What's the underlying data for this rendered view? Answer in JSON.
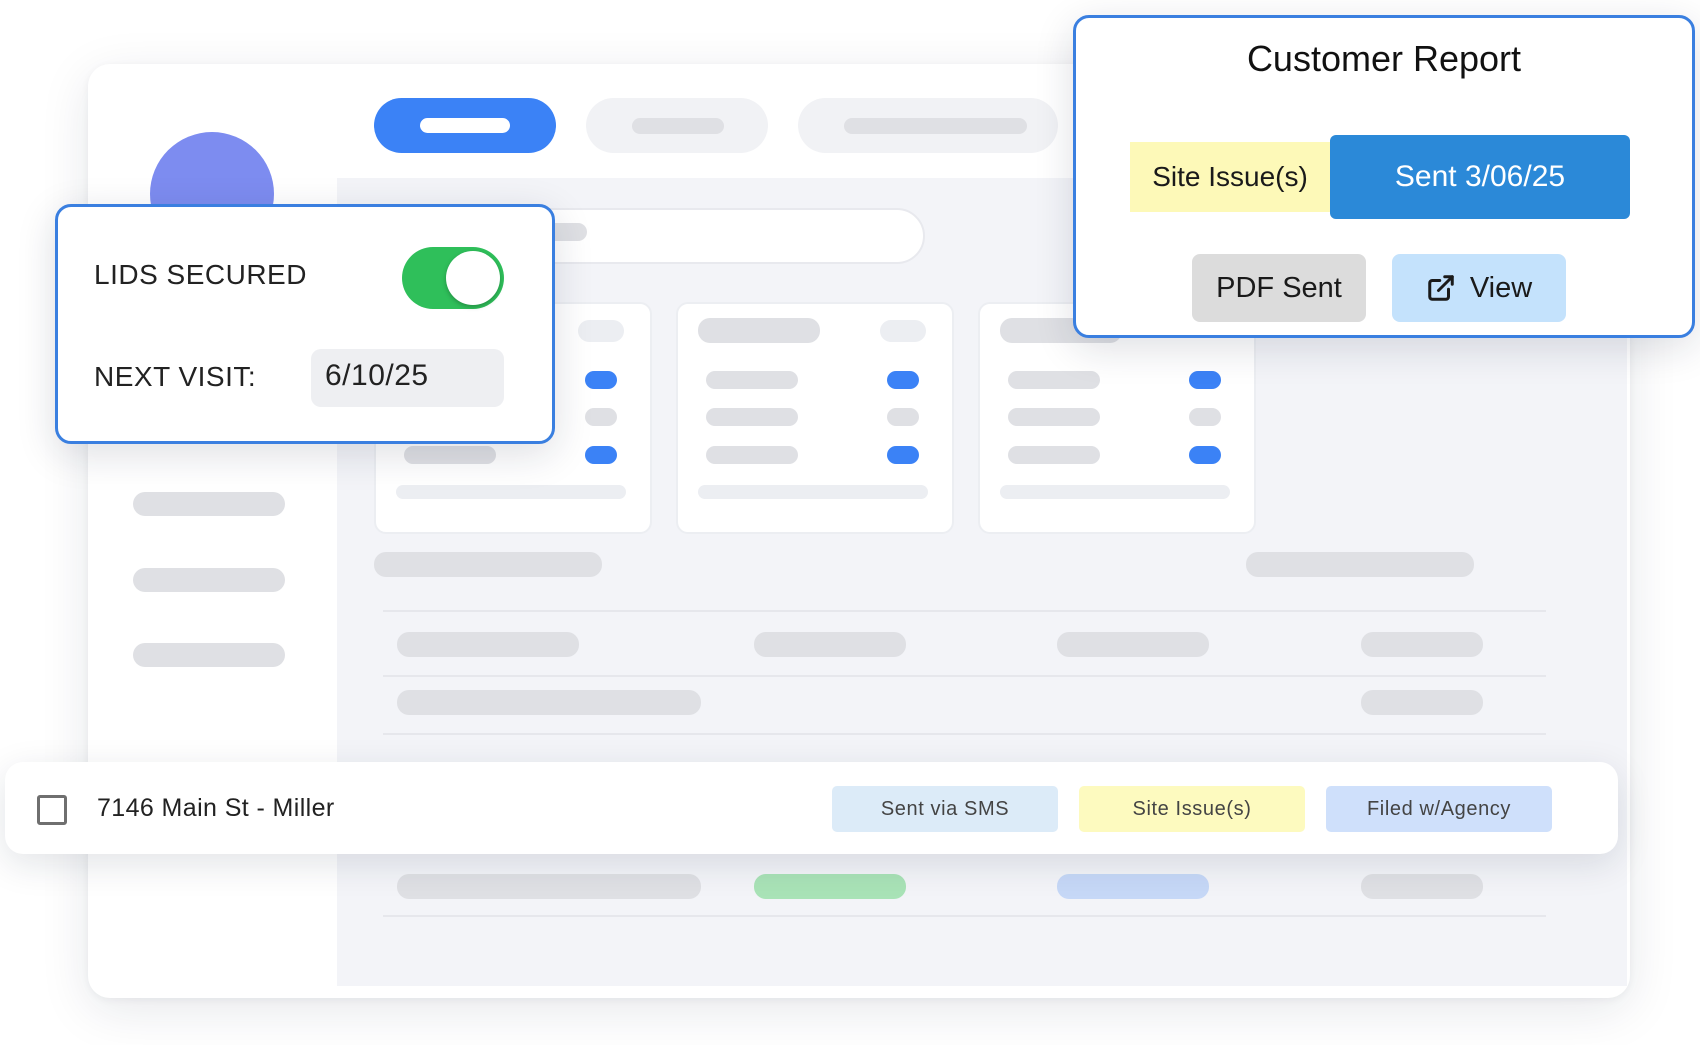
{
  "lids_panel": {
    "label": "LIDS SECURED",
    "toggle_on": true,
    "next_visit_label": "NEXT VISIT:",
    "next_visit_value": "6/10/25"
  },
  "report_panel": {
    "title": "Customer Report",
    "status_badge": "Site Issue(s)",
    "sent_badge": "Sent 3/06/25",
    "pdf_button": "PDF Sent",
    "view_button": "View",
    "view_icon": "external-link-icon"
  },
  "job_row": {
    "address": "7146 Main St - Miller",
    "tags": [
      {
        "label": "Sent via SMS",
        "color": "#dcebf8"
      },
      {
        "label": "Site Issue(s)",
        "color": "#fdfabf"
      },
      {
        "label": "Filed w/Agency",
        "color": "#cfe0fb"
      }
    ]
  },
  "colors": {
    "accent": "#3a7fe0",
    "toggle_on": "#2fbf5a",
    "sent": "#2b89d8",
    "avatar": "#7d8cf0"
  }
}
